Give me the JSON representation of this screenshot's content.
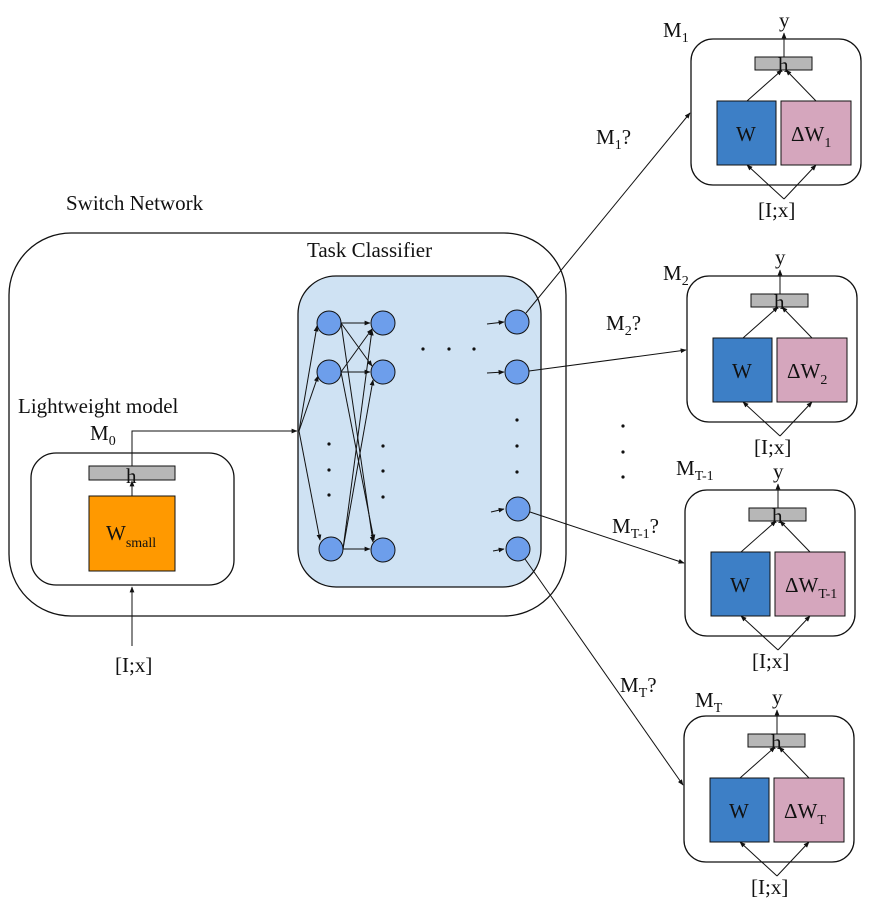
{
  "switch_network": {
    "title": "Switch Network",
    "classifier_title": "Task Classifier",
    "lightweight_title": "Lightweight model",
    "m0": {
      "label": "M",
      "sub": "0",
      "weight_label": "W",
      "weight_sub": "small",
      "hidden_label": "h",
      "input_label": "[I;x]"
    }
  },
  "experts": [
    {
      "name": "M",
      "sub": "1",
      "query": "M",
      "query_sub": "1",
      "q_mark": "?",
      "w_label": "W",
      "dw_label": "ΔW",
      "dw_sub": "1",
      "hidden_label": "h",
      "output_label": "y",
      "input_label": "[I;x]"
    },
    {
      "name": "M",
      "sub": "2",
      "query": "M",
      "query_sub": "2",
      "q_mark": "?",
      "w_label": "W",
      "dw_label": "ΔW",
      "dw_sub": "2",
      "hidden_label": "h",
      "output_label": "y",
      "input_label": "[I;x]"
    },
    {
      "name": "M",
      "sub": "T-1",
      "query": "M",
      "query_sub": "T-1",
      "q_mark": "?",
      "w_label": "W",
      "dw_label": "ΔW",
      "dw_sub": "T-1",
      "hidden_label": "h",
      "output_label": "y",
      "input_label": "[I;x]"
    },
    {
      "name": "M",
      "sub": "T",
      "query": "M",
      "query_sub": "T",
      "q_mark": "?",
      "w_label": "W",
      "dw_label": "ΔW",
      "dw_sub": "T",
      "hidden_label": "h",
      "output_label": "y",
      "input_label": "[I;x]"
    }
  ],
  "colors": {
    "classifier_bg": "#cfe2f3",
    "node": "#6d9eeb",
    "w_block": "#3d7fc6",
    "dw_block": "#d5a6bd",
    "small_block": "#ff9900",
    "hidden_bar": "#b7b7b7"
  }
}
